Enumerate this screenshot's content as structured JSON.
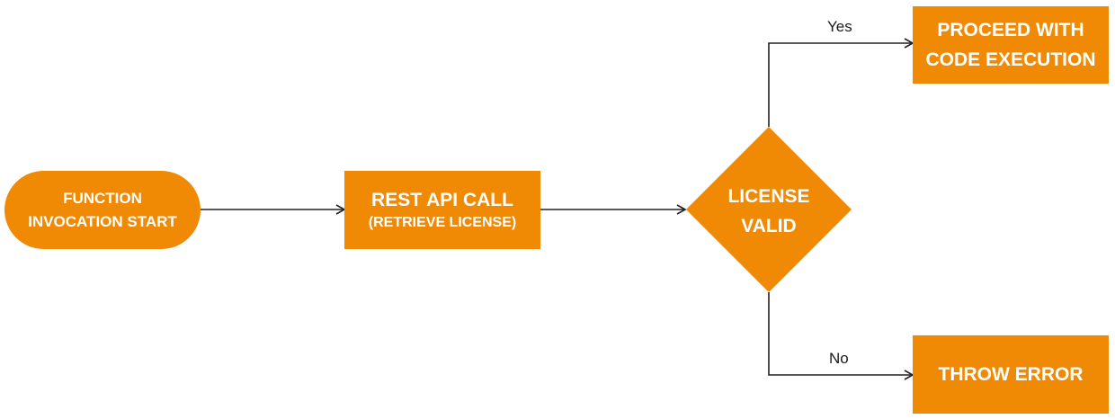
{
  "colors": {
    "accent": "#F08A04",
    "text_on_accent": "#FFFFFF",
    "line": "#222222"
  },
  "nodes": {
    "start": {
      "line1": "FUNCTION",
      "line2": "INVOCATION START"
    },
    "rest_call": {
      "title": "REST API CALL",
      "subtitle": "(RETRIEVE LICENSE)"
    },
    "decision": {
      "line1": "LICENSE",
      "line2": "VALID"
    },
    "proceed": {
      "line1": "PROCEED WITH",
      "line2": "CODE EXECUTION"
    },
    "error": {
      "label": "THROW ERROR"
    }
  },
  "edges": {
    "yes_label": "Yes",
    "no_label": "No"
  }
}
